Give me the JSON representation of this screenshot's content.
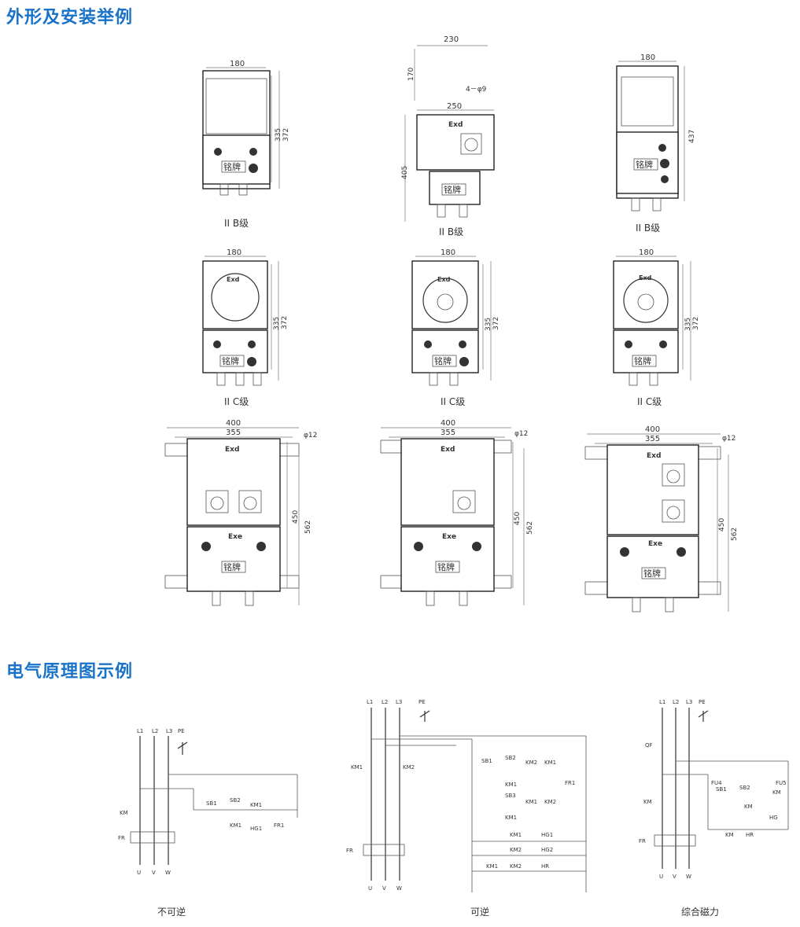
{
  "sections": {
    "outline_title": "外形及安装举例",
    "schematic_title": "电气原理图示例"
  },
  "enclosures": [
    {
      "caption": "II B级",
      "w": "180",
      "h1": "335",
      "h2": "372",
      "plate": "铭牌"
    },
    {
      "caption": "II B级",
      "w_top": "230",
      "h_top": "170",
      "holes": "4－φ9",
      "w": "250",
      "h": "405",
      "plate": "铭牌",
      "mark": "Exd"
    },
    {
      "caption": "II B级",
      "w": "180",
      "h": "437",
      "plate": "铭牌"
    },
    {
      "caption": "II C级",
      "w": "180",
      "h1": "335",
      "h2": "372",
      "plate": "铭牌",
      "mark": "Exd"
    },
    {
      "caption": "II C级",
      "w": "180",
      "h1": "335",
      "h2": "372",
      "plate": "铭牌",
      "mark": "Exd"
    },
    {
      "caption": "II C级",
      "w": "180",
      "h1": "335",
      "h2": "372",
      "plate": "铭牌",
      "mark": "Exd"
    },
    {
      "w1": "400",
      "w2": "355",
      "hole": "φ12",
      "h1": "450",
      "h2": "562",
      "mark_top": "Exd",
      "mark_bottom": "Exe",
      "plate": "铭牌"
    },
    {
      "w1": "400",
      "w2": "355",
      "hole": "φ12",
      "h1": "450",
      "h2": "562",
      "mark_top": "Exd",
      "mark_bottom": "Exe",
      "plate": "铭牌"
    },
    {
      "w1": "400",
      "w2": "355",
      "hole": "φ12",
      "h1": "450",
      "h2": "562",
      "mark_top": "Exd",
      "mark_bottom": "Exe",
      "plate": "铭牌"
    }
  ],
  "schematics": [
    {
      "caption": "不可逆",
      "lines": [
        "L1",
        "L2",
        "L3",
        "PE"
      ],
      "outputs": [
        "U",
        "V",
        "W"
      ],
      "labels": {
        "km": "KM",
        "fr": "FR",
        "sb1": "SB1",
        "sb2": "SB2",
        "km1a": "KM1",
        "km1b": "KM1",
        "hg1": "HG1",
        "fr1": "FR1"
      }
    },
    {
      "caption": "可逆",
      "lines": [
        "L1",
        "L2",
        "L3",
        "PE"
      ],
      "outputs": [
        "U",
        "V",
        "W"
      ],
      "labels": {
        "km1": "KM1",
        "km2": "KM2",
        "fr": "FR",
        "sb1": "SB1",
        "sb2": "SB2",
        "sb3": "SB3",
        "km2a": "KM2",
        "km1a": "KM1",
        "km1b": "KM1",
        "km1c": "KM1",
        "km2b": "KM2",
        "km1d": "KM1",
        "hg1": "HG1",
        "km2c": "KM2",
        "hg2": "HG2",
        "km1e": "KM1",
        "km2d": "KM2",
        "hr": "HR",
        "fr1": "FR1"
      }
    },
    {
      "caption": "综合磁力",
      "lines": [
        "L1",
        "L2",
        "L3",
        "PE"
      ],
      "outputs": [
        "U",
        "V",
        "W"
      ],
      "labels": {
        "qf": "QF",
        "km": "KM",
        "fr": "FR",
        "fu4": "FU4",
        "fu5": "FU5",
        "sb1": "SB1",
        "sb2": "SB2",
        "km_a": "KM",
        "km_b": "KM",
        "km_c": "KM",
        "hg": "HG",
        "hr": "HR"
      }
    }
  ]
}
